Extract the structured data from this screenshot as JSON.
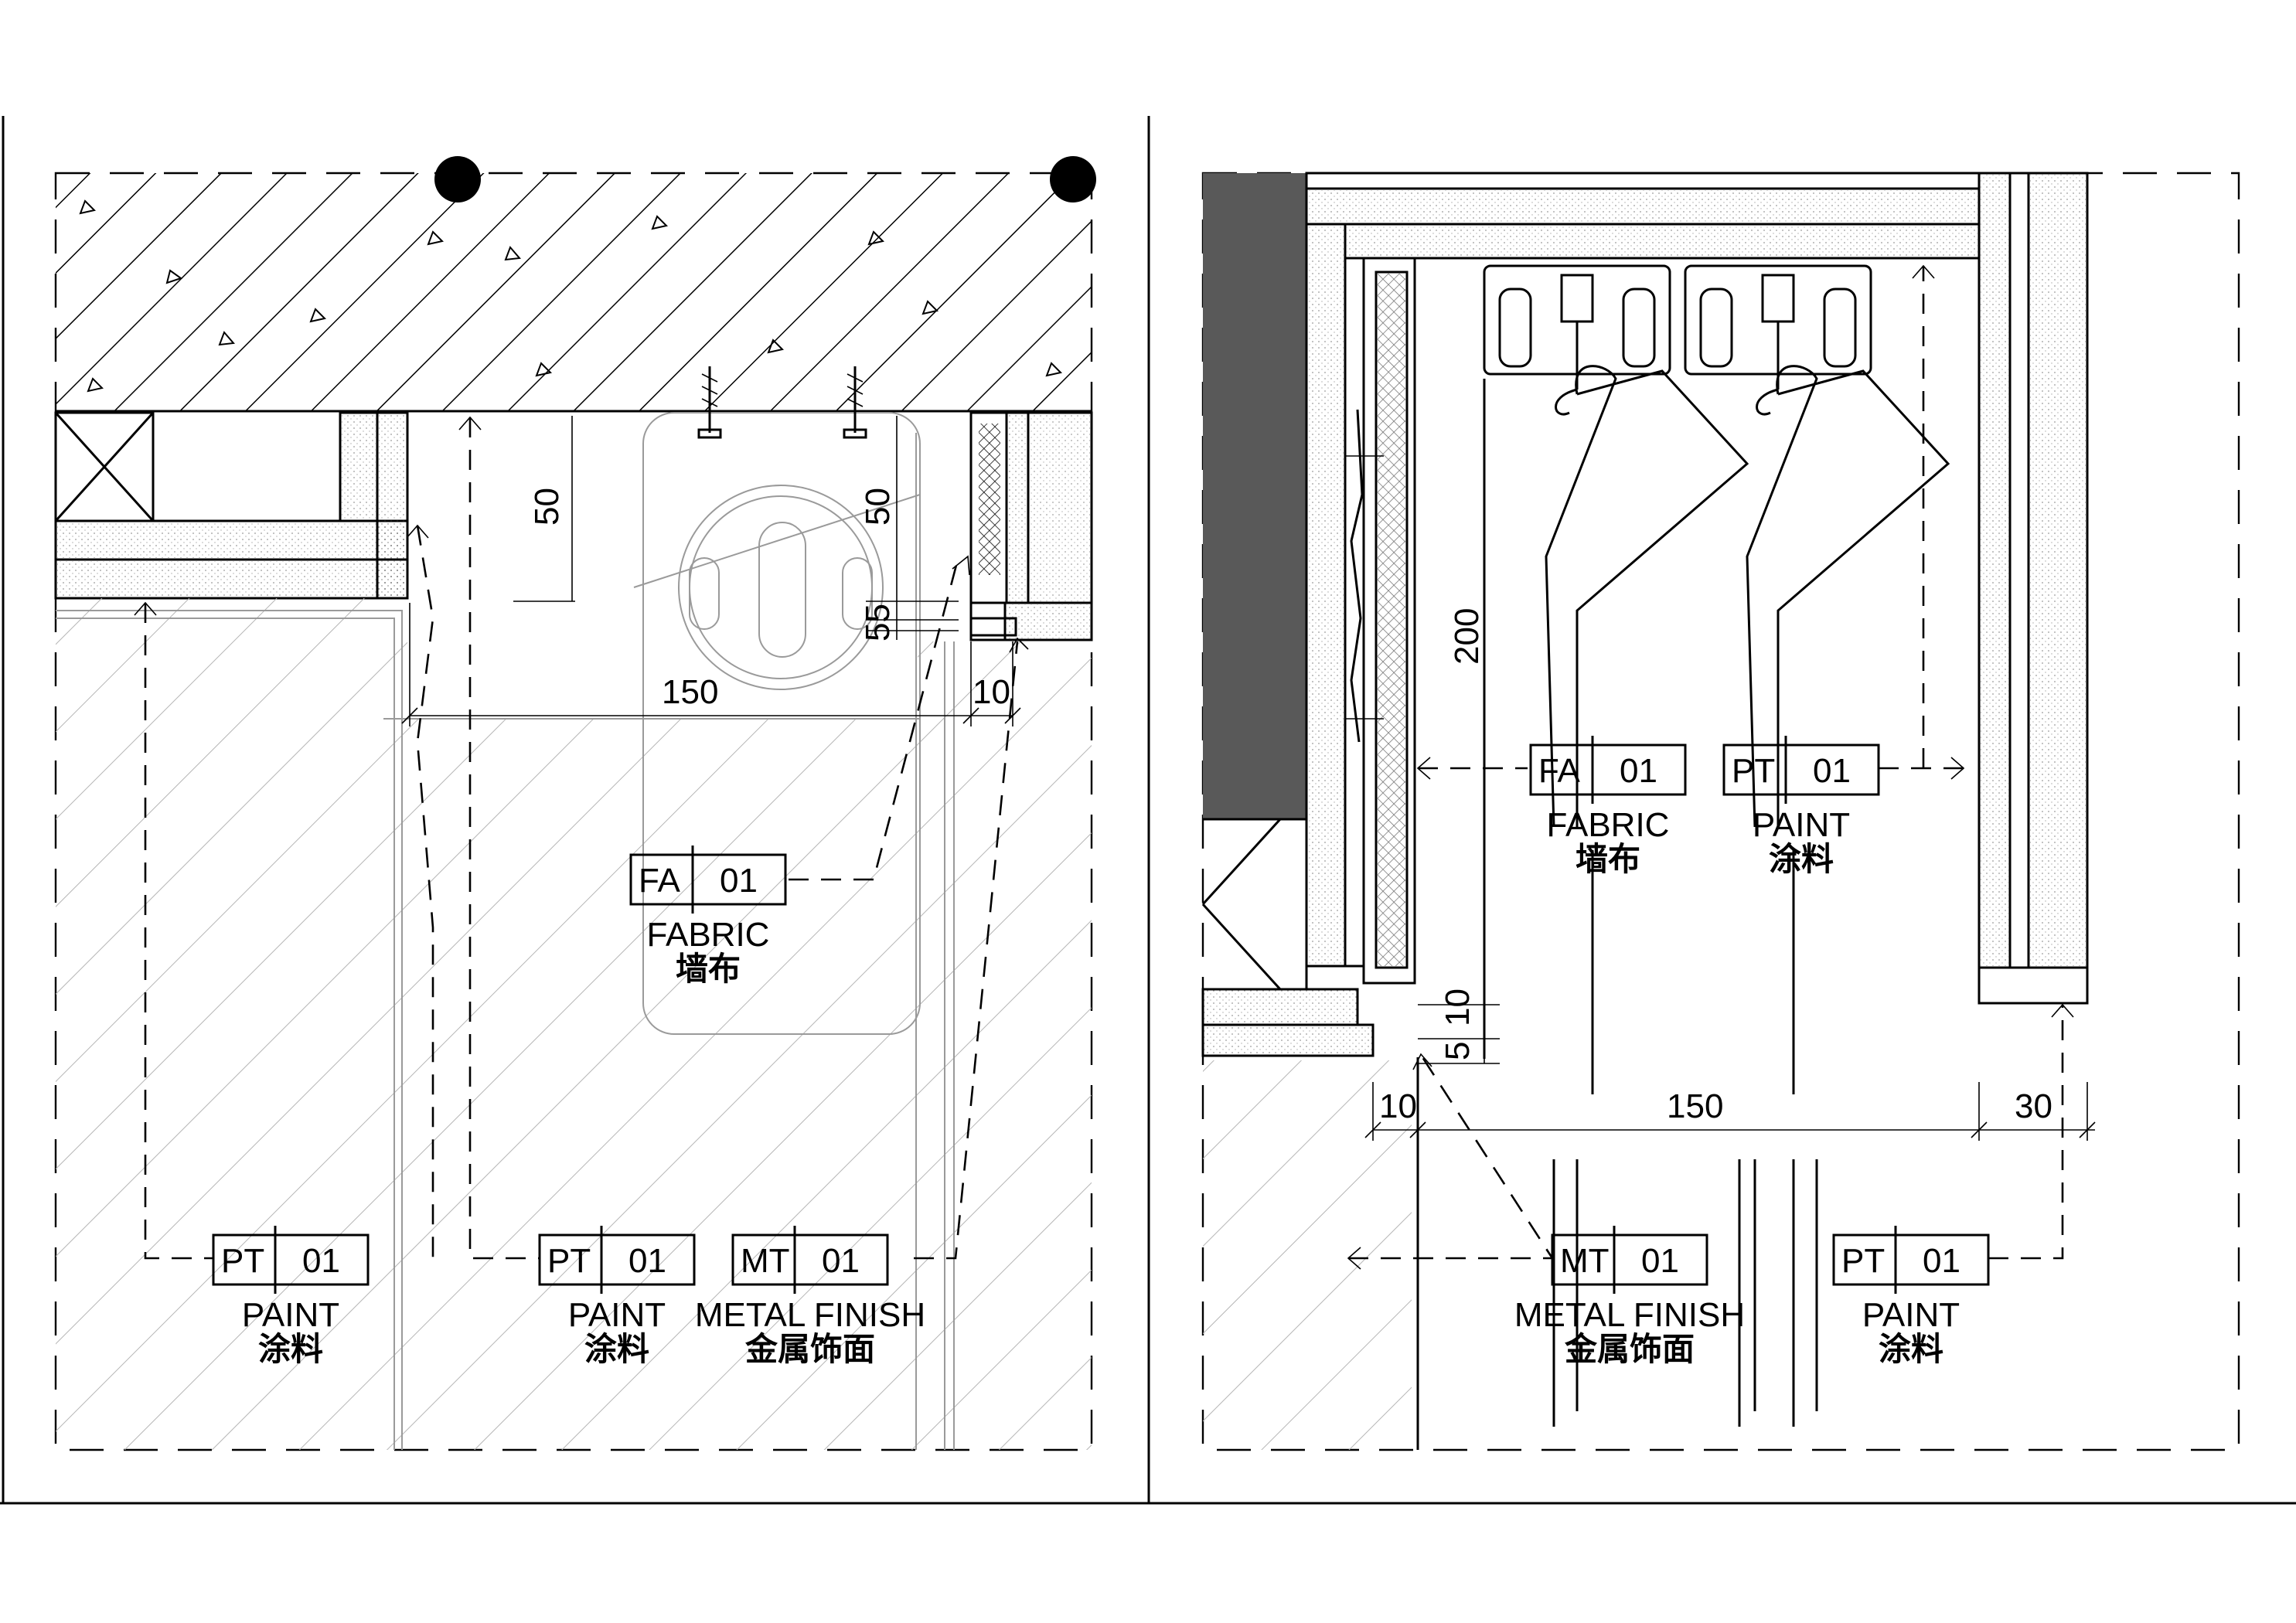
{
  "left_detail": {
    "dimensions": {
      "d_50_a": "50",
      "d_50_b": "50",
      "d_55": "55",
      "d_150": "150",
      "d_10": "10"
    },
    "tags": [
      {
        "code": "PT",
        "num": "01",
        "en": "PAINT",
        "cn": "涂料"
      },
      {
        "code": "PT",
        "num": "01",
        "en": "PAINT",
        "cn": "涂料"
      },
      {
        "code": "MT",
        "num": "01",
        "en": "METAL FINISH",
        "cn": "金属饰面"
      },
      {
        "code": "FA",
        "num": "01",
        "en": "FABRIC",
        "cn": "墙布"
      }
    ]
  },
  "right_detail": {
    "dimensions": {
      "d_200": "200",
      "d_5": "5",
      "d_10_v": "10",
      "d_10": "10",
      "d_150": "150",
      "d_30": "30"
    },
    "tags": [
      {
        "code": "FA",
        "num": "01",
        "en": "FABRIC",
        "cn": "墙布"
      },
      {
        "code": "PT",
        "num": "01",
        "en": "PAINT",
        "cn": "涂料"
      },
      {
        "code": "MT",
        "num": "01",
        "en": "METAL FINISH",
        "cn": "金属饰面"
      },
      {
        "code": "PT",
        "num": "01",
        "en": "PAINT",
        "cn": "涂料"
      }
    ]
  },
  "colors": {
    "line": "#000000",
    "grey_line": "#9a9a9a",
    "dark_fill": "#595959",
    "background": "#ffffff"
  }
}
